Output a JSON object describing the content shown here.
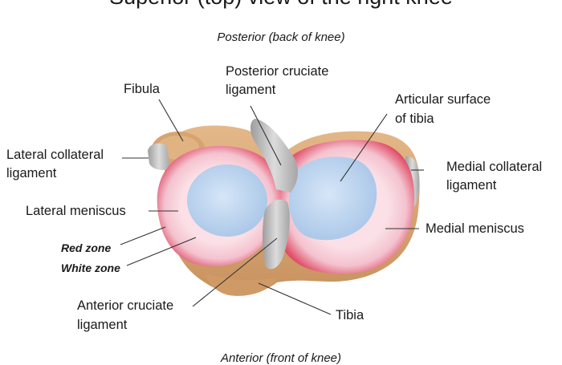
{
  "title": "Superior (top) view of the right knee",
  "subtitle": "Posterior (back of knee)",
  "bottom_caption": "Anterior (front of knee)",
  "labels": {
    "fibula": "Fibula",
    "posterior_cruciate_line1": "Posterior cruciate",
    "posterior_cruciate_line2": "ligament",
    "articular_line1": "Articular surface",
    "articular_line2": "of tibia",
    "lateral_collateral_line1": "Lateral collateral",
    "lateral_collateral_line2": "ligament",
    "medial_collateral_line1": "Medial collateral",
    "medial_collateral_line2": "ligament",
    "lateral_meniscus": "Lateral meniscus",
    "medial_meniscus": "Medial meniscus",
    "red_zone": "Red zone",
    "white_zone": "White zone",
    "anterior_cruciate_line1": "Anterior cruciate",
    "anterior_cruciate_line2": "ligament",
    "tibia": "Tibia"
  },
  "colors": {
    "bone": "#d9a878",
    "meniscus_white": "#f7d3dc",
    "meniscus_red": "#e0506a",
    "articular": "#b9d3ee",
    "ligament": "#b8b8b8"
  }
}
